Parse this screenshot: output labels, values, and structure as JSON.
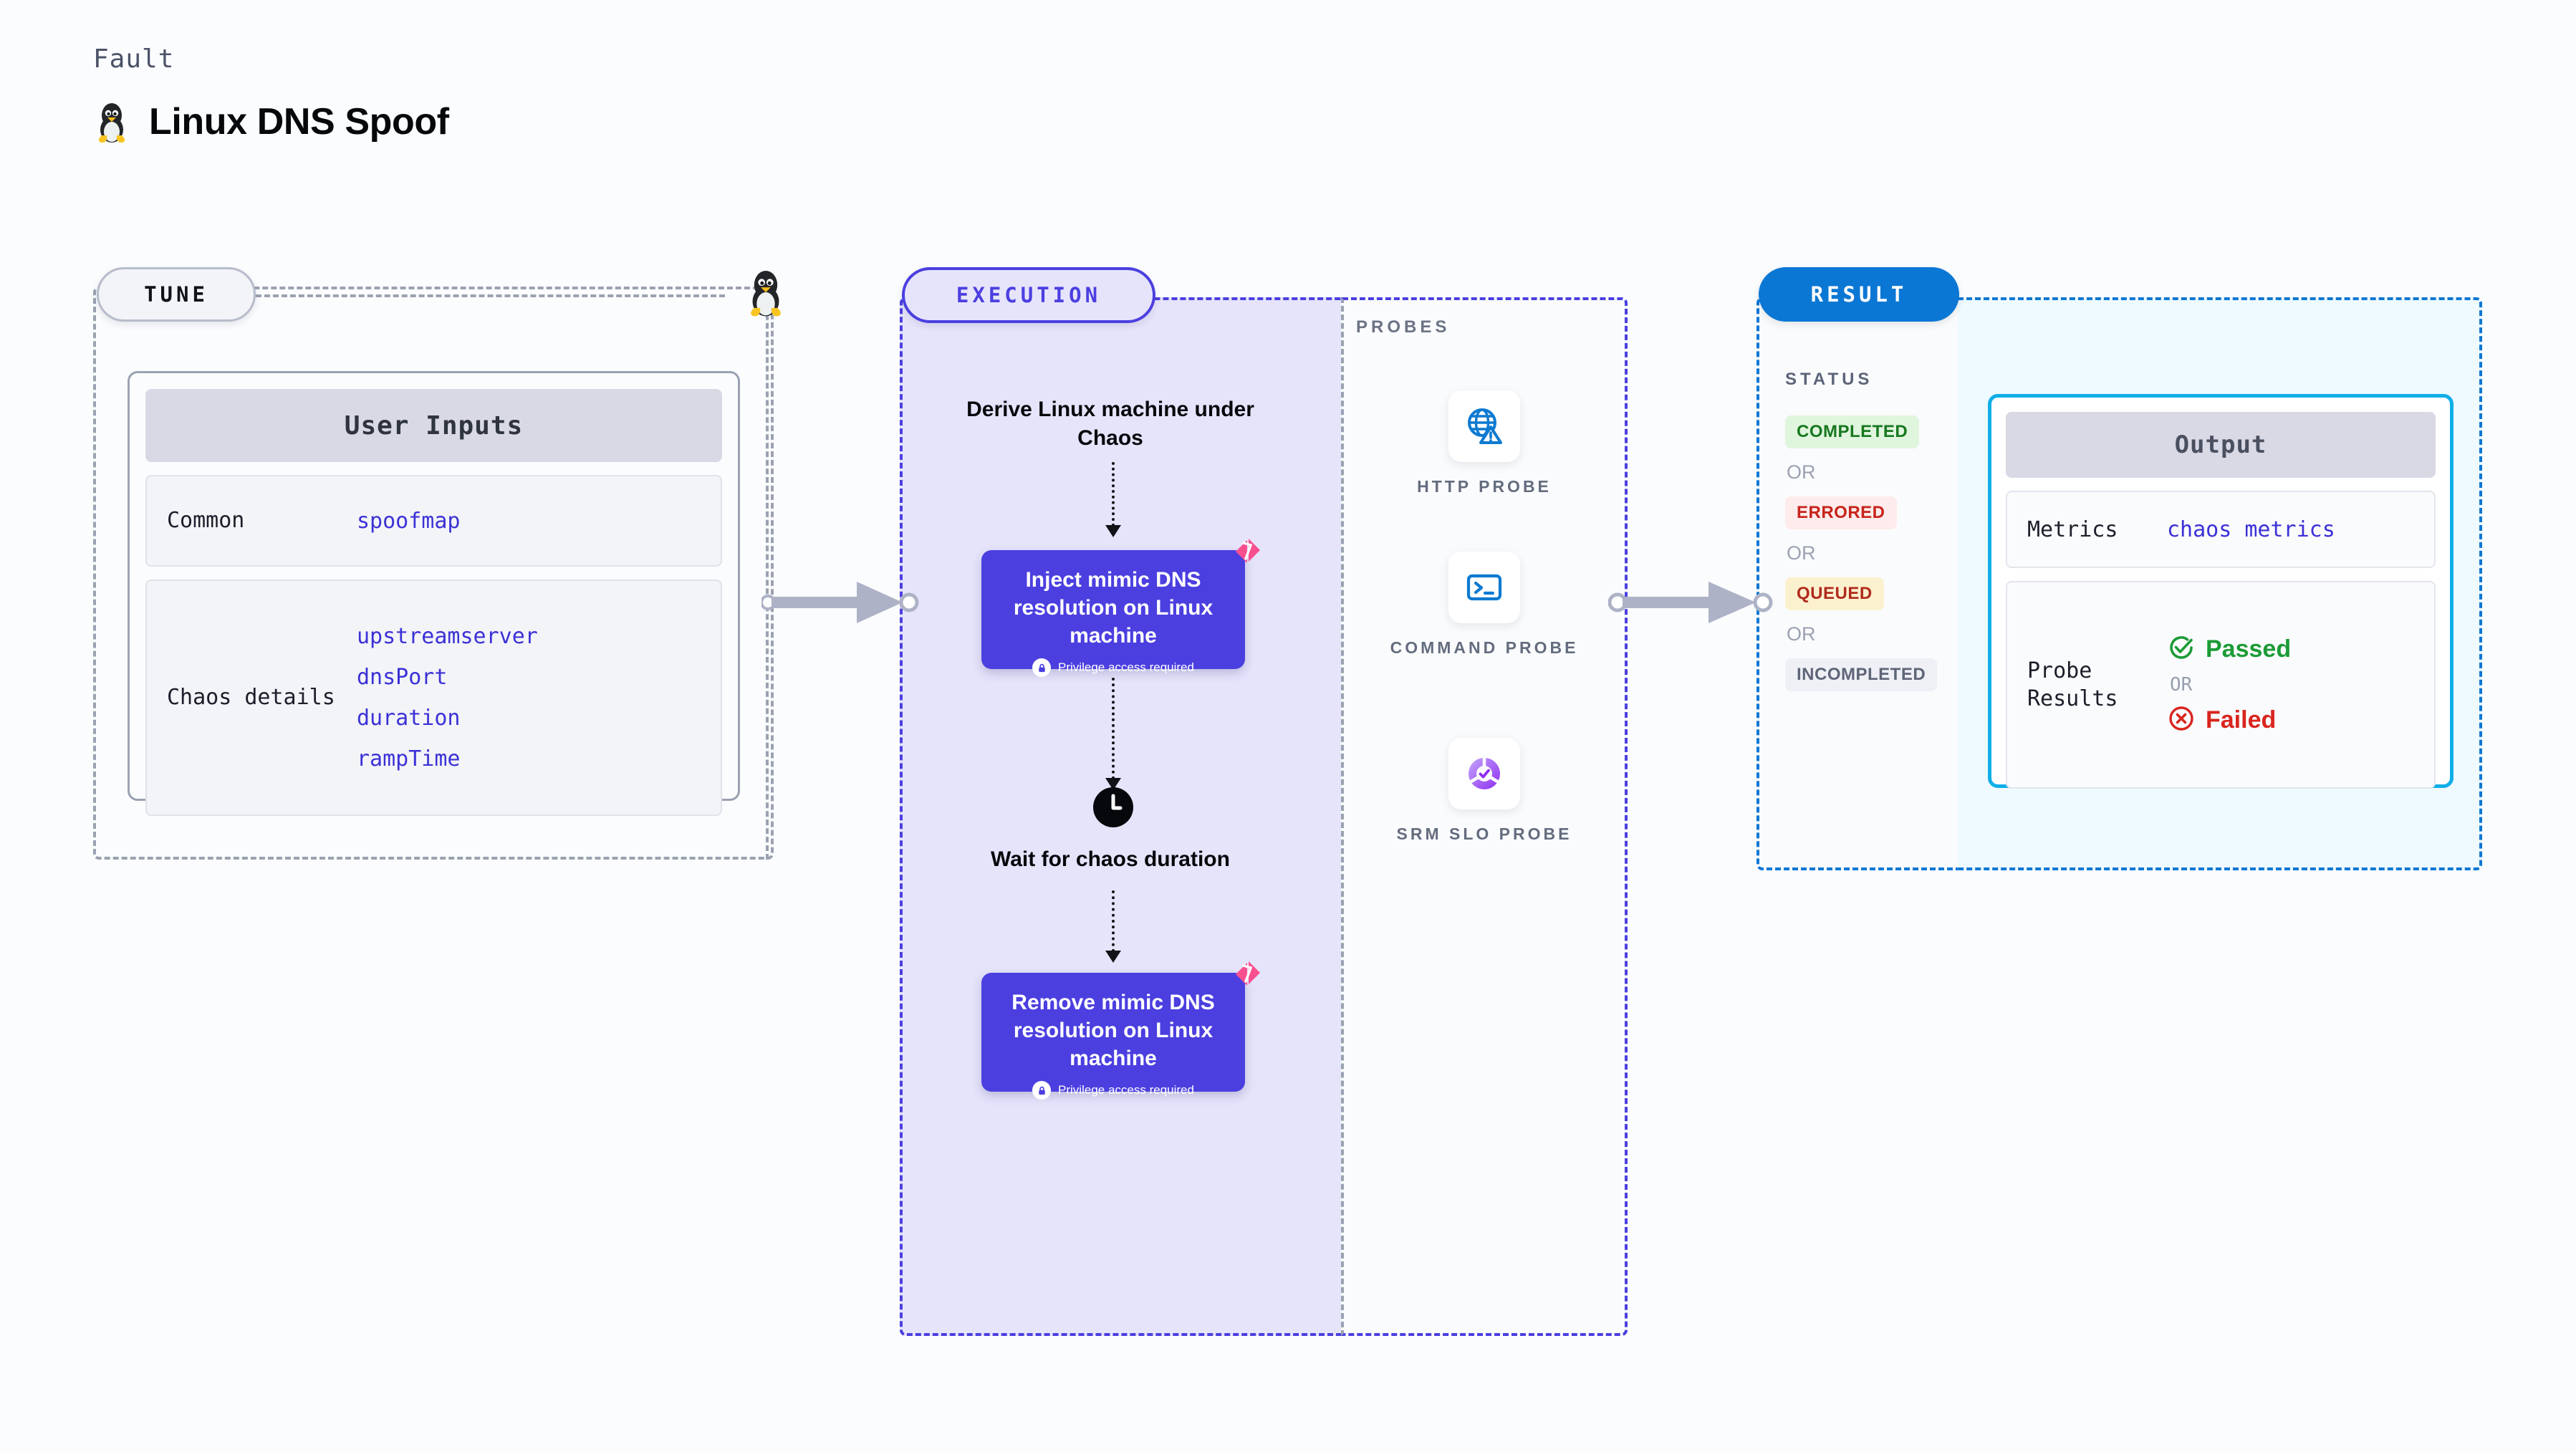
{
  "header": {
    "kicker": "Fault",
    "title": "Linux DNS Spoof",
    "icon": "linux-penguin-icon"
  },
  "tune": {
    "pill_label": "TUNE",
    "card_title": "User Inputs",
    "rows": [
      {
        "key": "Common",
        "values": [
          "spoofmap"
        ]
      },
      {
        "key": "Chaos details",
        "values": [
          "upstreamserver",
          "dnsPort",
          "duration",
          "rampTime"
        ]
      }
    ]
  },
  "execution": {
    "pill_label": "EXECUTION",
    "steps": {
      "derive": "Derive Linux machine under Chaos",
      "wait": "Wait for chaos duration"
    },
    "blocks": [
      {
        "title": "Inject mimic DNS resolution on Linux machine",
        "note": "Privilege access required"
      },
      {
        "title": "Remove mimic DNS resolution on Linux machine",
        "note": "Privilege access required"
      }
    ]
  },
  "probes": {
    "label": "PROBES",
    "items": [
      {
        "caption": "HTTP PROBE",
        "icon": "globe-warning-icon"
      },
      {
        "caption": "COMMAND PROBE",
        "icon": "terminal-icon"
      },
      {
        "caption": "SRM SLO PROBE",
        "icon": "srm-slo-check-icon"
      }
    ]
  },
  "result": {
    "pill_label": "RESULT",
    "status_label": "STATUS",
    "or_text": "OR",
    "statuses": [
      {
        "label": "COMPLETED",
        "bg": "#e0f5dd",
        "fg": "#17781f"
      },
      {
        "label": "ERRORED",
        "bg": "#fdeceb",
        "fg": "#c7241b"
      },
      {
        "label": "QUEUED",
        "bg": "#fcf1cf",
        "fg": "#b02b1d"
      },
      {
        "label": "INCOMPLETED",
        "bg": "#eff0f6",
        "fg": "#5e6578"
      }
    ]
  },
  "output": {
    "card_title": "Output",
    "metrics_key": "Metrics",
    "metrics_value": "chaos metrics",
    "probe_results_key": "Probe Results",
    "passed_label": "Passed",
    "or_text": "OR",
    "failed_label": "Failed"
  },
  "colors": {
    "brand_purple": "#4b3fe0",
    "exec_fill": "#e6e4fb",
    "result_blue": "#0b77d4",
    "output_border": "#10aee8",
    "output_fill": "#eefaff",
    "litmus_pink": "#f8508f",
    "mono_value": "#3b31d6",
    "pass_green": "#1c9b36",
    "fail_red": "#d9251d",
    "connector_gray": "#aeb2c6"
  }
}
